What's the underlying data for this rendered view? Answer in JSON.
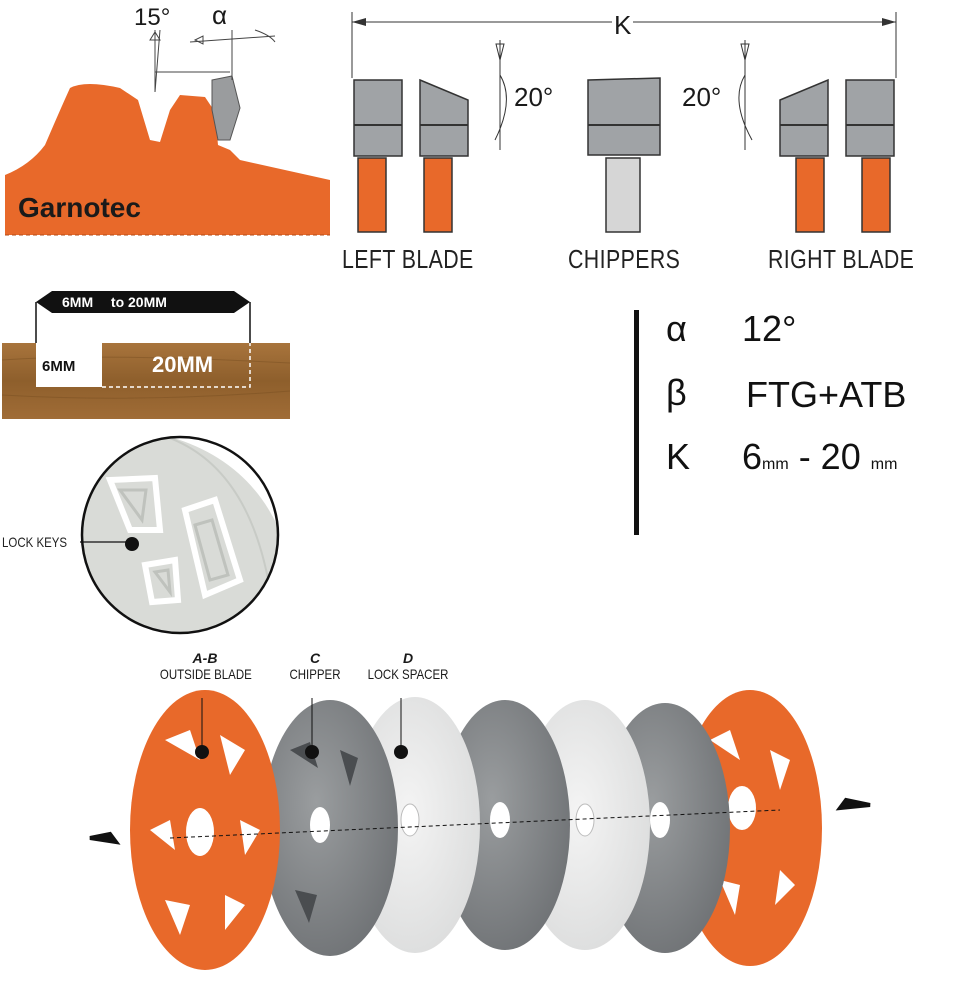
{
  "top_left": {
    "angle_clearance": "15°",
    "angle_alpha": "α",
    "brand": "Garnotec"
  },
  "blade_diagram": {
    "dimension_label": "K",
    "angle_left": "20°",
    "angle_right": "20°",
    "left_label": "LEFT BLADE",
    "center_label": "CHIPPERS",
    "right_label": "RIGHT BLADE"
  },
  "groove_diagram": {
    "arrow_label_min": "6MM",
    "arrow_label_to": "to 20MM",
    "inner_min": "6MM",
    "inner_max": "20MM"
  },
  "specs": [
    {
      "symbol": "α",
      "value": "12°"
    },
    {
      "symbol": "β",
      "value": "FTG+ATB"
    },
    {
      "symbol": "K",
      "value_a": "6",
      "unit_a": "mm",
      "sep": " - 20 ",
      "unit_b": "mm"
    }
  ],
  "detail": {
    "lock_keys_label": "LOCK KEYS"
  },
  "assembly": {
    "items": [
      {
        "code": "A-B",
        "name": "OUTSIDE BLADE"
      },
      {
        "code": "C",
        "name": "CHIPPER"
      },
      {
        "code": "D",
        "name": "LOCK SPACER"
      }
    ]
  },
  "colors": {
    "orange": "#e8692a",
    "steel": "#7a7d80",
    "steel_dark": "#5e6164",
    "spacer": "#e9eaea",
    "wood": "#9b6a34"
  }
}
